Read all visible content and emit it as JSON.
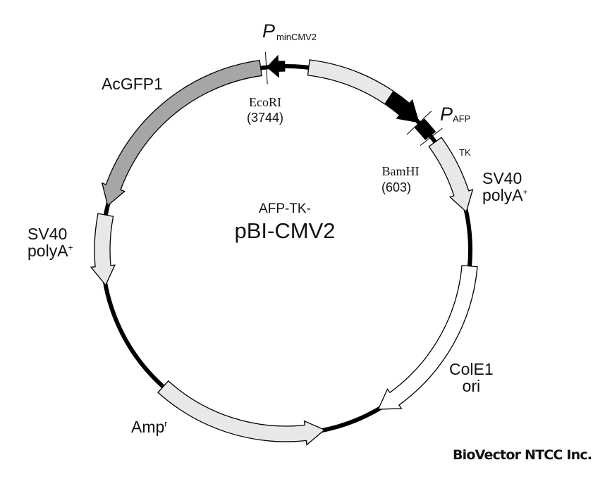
{
  "plasmid": {
    "name_line1": "AFP-TK-",
    "name_line2": "pBI-CMV2"
  },
  "features": [
    {
      "id": "pmincmv2",
      "label_main": "P",
      "label_sub": "minCMV2",
      "kind": "promoter",
      "direction": "counterclockwise"
    },
    {
      "id": "pafp",
      "label_main": "P",
      "label_sub": "AFP",
      "kind": "promoter",
      "direction": "clockwise"
    },
    {
      "id": "tk",
      "label": "TK",
      "kind": "gene"
    },
    {
      "id": "sv40-right",
      "label_line1": "SV40",
      "label_line2": "polyA",
      "label_sup": "+",
      "kind": "polyA",
      "direction": "clockwise"
    },
    {
      "id": "cole1",
      "label_line1": "ColE1",
      "label_line2": "ori",
      "kind": "origin",
      "direction": "counterclockwise"
    },
    {
      "id": "ampr",
      "label": "Amp",
      "label_sup": "r",
      "kind": "resistance",
      "direction": "clockwise"
    },
    {
      "id": "sv40-left",
      "label_line1": "SV40",
      "label_line2": "polyA",
      "label_sup": "+",
      "kind": "polyA",
      "direction": "counterclockwise"
    },
    {
      "id": "acgfp1",
      "label": "AcGFP1",
      "kind": "gene",
      "direction": "counterclockwise"
    }
  ],
  "sites": [
    {
      "id": "ecori",
      "name": "EcoRI",
      "position": "(3744)"
    },
    {
      "id": "bamhi",
      "name": "BamHI",
      "position": "(603)"
    }
  ],
  "colors": {
    "backbone": "#000000",
    "light_fill": "#e8e8e8",
    "gray_fill": "#a6a6a6",
    "white_fill": "#ffffff",
    "promoter_fill": "#000000"
  },
  "footer": {
    "brand": "BioVector NTCC Inc."
  }
}
